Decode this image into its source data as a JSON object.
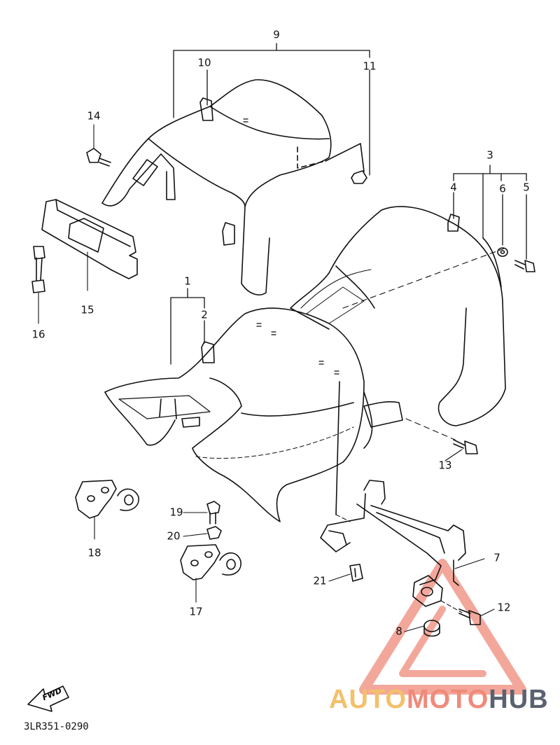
{
  "diagram": {
    "drawing_code": "3LR351-0290",
    "direction_marker": "FWD",
    "watermark": {
      "part1": "AUTO",
      "part2": "MOTO",
      "part3": "HUB"
    },
    "colors": {
      "line": "#111111",
      "watermark_triangle": "#f08a7a",
      "watermark_auto": "#f4c06a",
      "watermark_hub": "#5a6270"
    },
    "callouts": [
      "1",
      "2",
      "3",
      "4",
      "5",
      "6",
      "7",
      "8",
      "9",
      "10",
      "11",
      "12",
      "13",
      "14",
      "15",
      "16",
      "17",
      "18",
      "19",
      "20",
      "21"
    ]
  }
}
